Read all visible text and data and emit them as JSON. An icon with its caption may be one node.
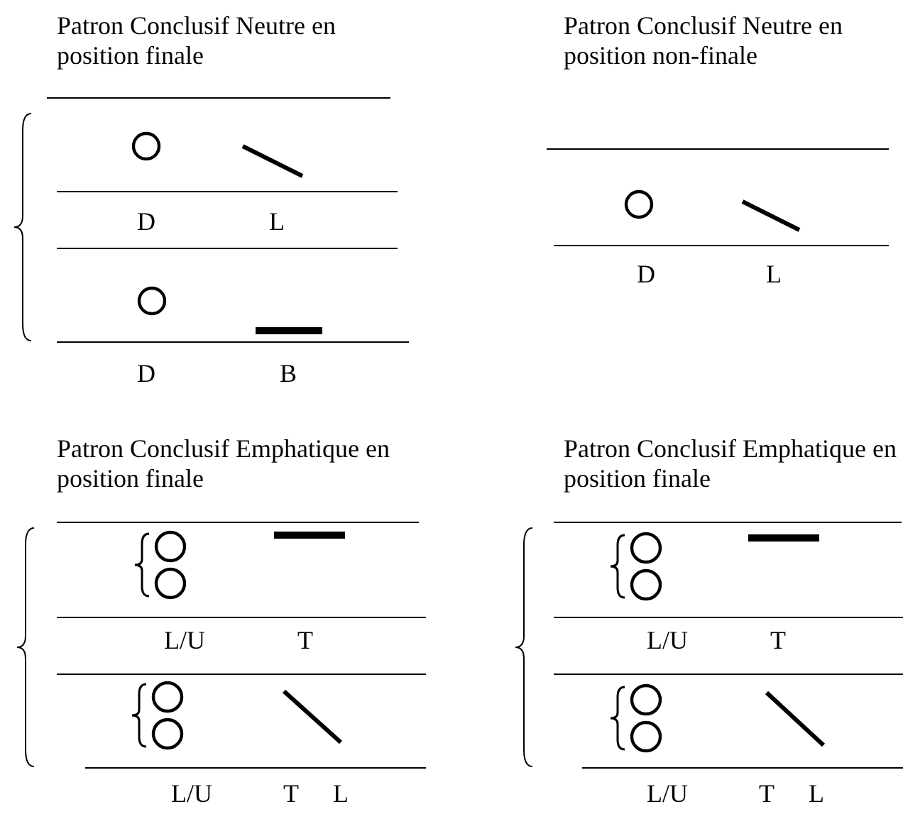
{
  "diagram": {
    "labels": [
      "Patron Conclusif Neutre en position finale",
      "Patron Conclusif Neutre en position non-finale",
      "D",
      "L",
      "D",
      "B",
      "D",
      "L",
      "Patron Conclusif Emphatique en position finale",
      "Patron Conclusif Emphatique en position finale",
      "L/U",
      "T",
      "L/U",
      "T",
      "L",
      "L/U",
      "T",
      "L/U",
      "T",
      "L"
    ]
  }
}
